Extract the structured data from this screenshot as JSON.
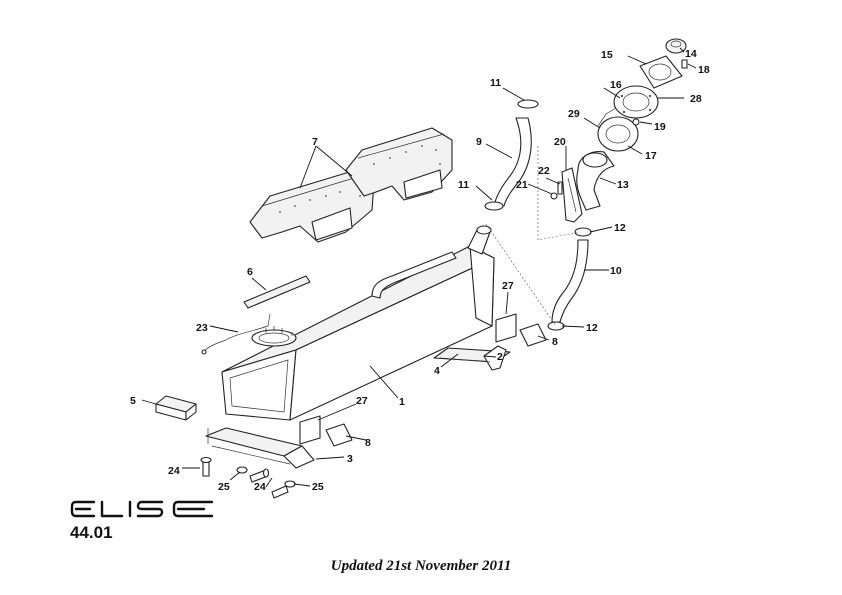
{
  "brand": {
    "logo_text": "ELISE"
  },
  "page_code": "44.01",
  "footer": "Updated 21st November 2011",
  "callouts": [
    "1",
    "2",
    "3",
    "4",
    "5",
    "6",
    "7",
    "8",
    "8",
    "9",
    "10",
    "11",
    "11",
    "12",
    "12",
    "13",
    "14",
    "15",
    "16",
    "17",
    "18",
    "19",
    "20",
    "21",
    "22",
    "23",
    "24",
    "24",
    "25",
    "25",
    "27",
    "27",
    "28",
    "29"
  ]
}
